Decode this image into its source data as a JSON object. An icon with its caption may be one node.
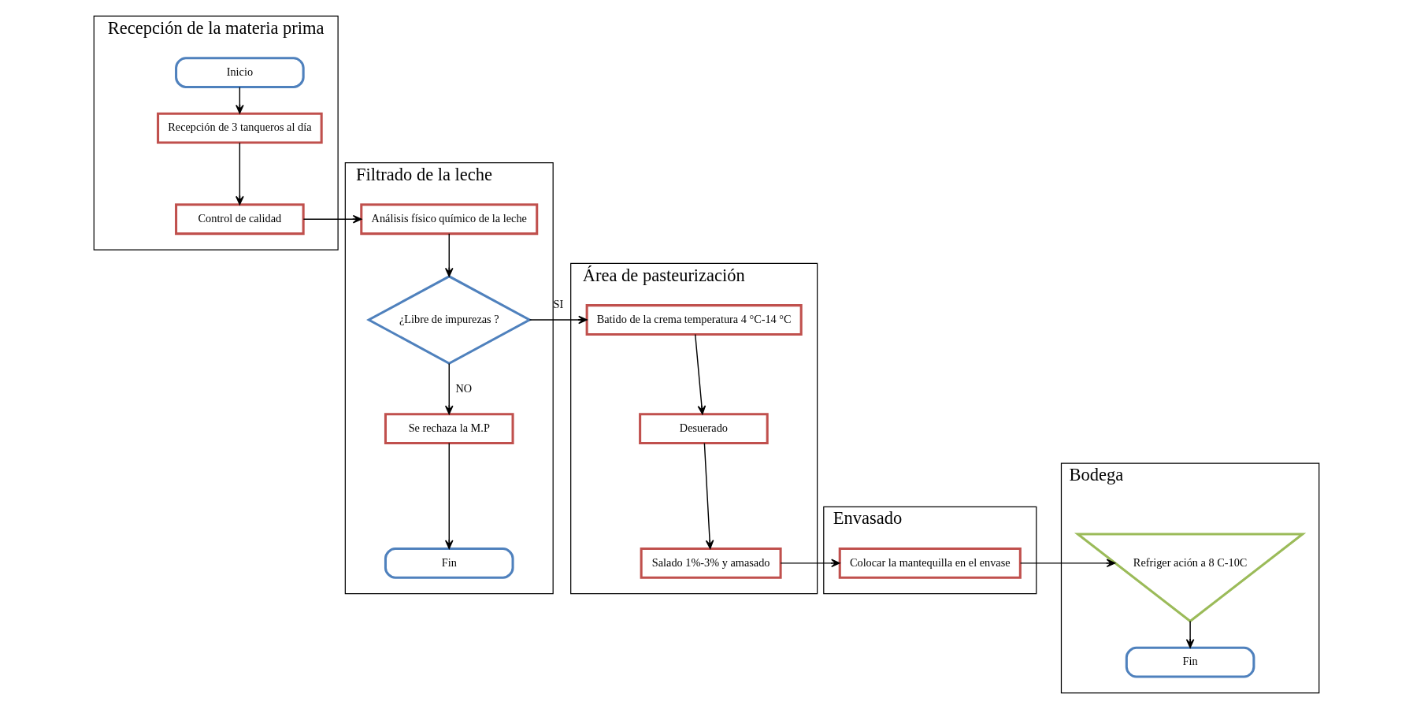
{
  "diagram": {
    "nodes": [
      {
        "text": [
          "Recepción de la materia prima"
        ]
      },
      {
        "text": [
          "Inicio"
        ],
        "in": 0
      },
      {
        "text": [
          "Recepción de 3 tanqueros al día"
        ],
        "in": 0
      },
      {
        "text": [
          "Control de calidad"
        ],
        "in": 0
      },
      {
        "text": [
          "Filtrado de la leche"
        ]
      },
      {
        "text": [
          "Análisis físico químico de la leche"
        ],
        "in": 4
      },
      {
        "text": [
          "¿Libre de impurezas ?"
        ],
        "in": 4
      },
      {
        "text": [
          "Se rechaza la M.P"
        ],
        "in": 4
      },
      {
        "text": [
          "Fin"
        ],
        "in": 4
      },
      {
        "text": [
          "Área de pasteurización"
        ]
      },
      {
        "text": [
          "Batido de la crema temperatura 4 °C-14 °C"
        ],
        "in": 9
      },
      {
        "text": [
          "Desuerado"
        ],
        "in": 9
      },
      {
        "text": [
          "Salado 1%-3% y amasado"
        ],
        "in": 9
      },
      {
        "text": [
          "Envasado"
        ]
      },
      {
        "text": [
          "Colocar la mantequilla en el envase"
        ],
        "in": 13
      },
      {
        "text": [
          "Bodega"
        ]
      },
      {
        "text": [
          "Refriger ación a 8 C-10C"
        ],
        "in": 15
      },
      {
        "text": [
          "Fin"
        ],
        "in": 15
      }
    ],
    "edges": [
      {
        "from": 1,
        "to": 2,
        "arrow": "to"
      },
      {
        "from": 2,
        "to": 3,
        "arrow": "to"
      },
      {
        "from": 3,
        "to": 5,
        "arrow": "to"
      },
      {
        "from": 5,
        "to": 6,
        "arrow": "to"
      },
      {
        "from": 6,
        "to": 10,
        "arrow": "to",
        "label": "SI"
      },
      {
        "from": 6,
        "to": 7,
        "arrow": "to",
        "label": "NO"
      },
      {
        "from": 7,
        "to": 8,
        "arrow": "to"
      },
      {
        "from": 10,
        "to": 11,
        "arrow": "to"
      },
      {
        "from": 11,
        "to": 12,
        "arrow": "to"
      },
      {
        "from": 12,
        "to": 14,
        "arrow": "to"
      },
      {
        "from": 14,
        "to": 16,
        "arrow": "to"
      },
      {
        "from": 16,
        "to": 17,
        "arrow": "to"
      }
    ]
  }
}
